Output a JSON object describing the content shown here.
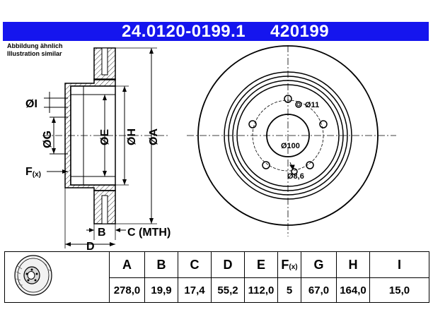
{
  "header": {
    "part_number": "24.0120-0199.1",
    "reference": "420199"
  },
  "note": {
    "line1": "Abbildung ähnlich",
    "line2": "Illustration similar"
  },
  "drawing": {
    "labels": {
      "I": "ØI",
      "G": "ØG",
      "F": "F",
      "F_suffix": "(x)",
      "E": "ØE",
      "H": "ØH",
      "A": "ØA",
      "B": "B",
      "C": "C (MTH)",
      "D": "D"
    },
    "front": {
      "hole_small": "Ø11",
      "pcd": "Ø100",
      "hole_large": "Ø8,6"
    }
  },
  "table": {
    "headers": [
      "A",
      "B",
      "C",
      "D",
      "E",
      "F",
      "G",
      "H",
      "I"
    ],
    "f_suffix": "(x)",
    "values": [
      "278,0",
      "19,9",
      "17,4",
      "55,2",
      "112,0",
      "5",
      "67,0",
      "164,0",
      "15,0"
    ]
  }
}
